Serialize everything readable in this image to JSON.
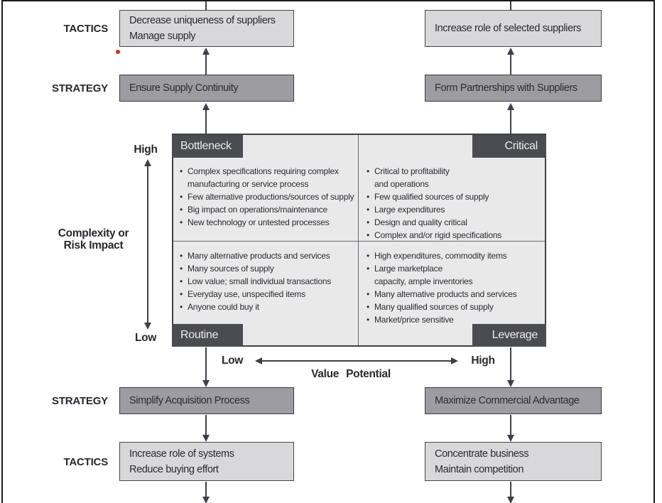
{
  "labels": {
    "tactics": "TACTICS",
    "strategy": "STRATEGY"
  },
  "flow": {
    "top_left": {
      "tactics": "Decrease uniqueness of suppliers\nManage supply",
      "strategy": "Ensure Supply Continuity"
    },
    "top_right": {
      "tactics": "Increase role of selected suppliers",
      "strategy": "Form Partnerships with Suppliers"
    },
    "bottom_left": {
      "strategy": "Simplify Acquisition Process",
      "tactics": "Increase role of systems\nReduce buying effort"
    },
    "bottom_right": {
      "strategy": "Maximize Commercial Advantage",
      "tactics": "Concentrate business\nMaintain competition"
    }
  },
  "matrix": {
    "quadrants": [
      {
        "name": "Bottleneck",
        "bullets": [
          "Complex specifications requiring complex\nmanufacturing or service process",
          "Few alternative productions/sources of supply",
          "Big impact on operations/maintenance",
          "New technology or untested processes"
        ]
      },
      {
        "name": "Critical",
        "bullets": [
          "Critical to profitability\nand operations",
          "Few qualified sources of supply",
          "Large expenditures",
          "Design and quality critical",
          "Complex and/or rigid specifications"
        ]
      },
      {
        "name": "Routine",
        "bullets": [
          "Many alternative products and services",
          "Many sources of supply",
          "Low value; small individual transactions",
          "Everyday use, unspecified items",
          "Anyone could buy it"
        ]
      },
      {
        "name": "Leverage",
        "bullets": [
          "High expenditures, commodity items",
          "Large marketplace\ncapacity, ample inventories",
          "Many alternative products and services",
          "Many qualified sources of supply",
          "Market/price sensitive"
        ]
      }
    ]
  },
  "axes": {
    "y": {
      "label": "Complexity or\nRisk Impact",
      "high": "High",
      "low": "Low"
    },
    "x": {
      "label": "Value Potential",
      "low": "Low",
      "high": "High"
    }
  },
  "colors": {
    "tab_bg": "#4b4b52",
    "strategy_box_bg": "#9d9da1",
    "tactics_box_bg": "#d8d8da",
    "matrix_bg": "#e9e9ea",
    "line": "#3f3f45",
    "frame": "#1b1b1b",
    "red_dot": "#d8291e"
  }
}
